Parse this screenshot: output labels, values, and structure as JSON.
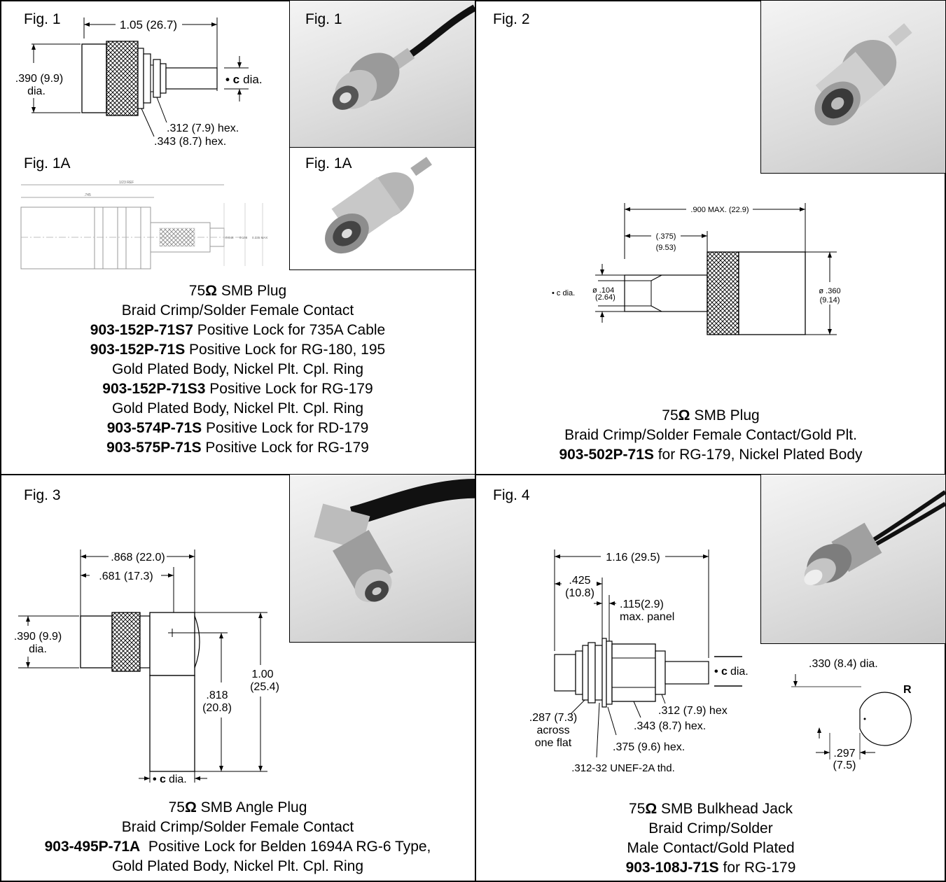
{
  "cells": {
    "fig1": {
      "label": "Fig. 1",
      "dims": {
        "length": "1.05 (26.7)",
        "dia_top": ".390 (9.9)",
        "dia_bot": "dia.",
        "c_dia_bullet": "• c",
        "c_dia_text": "dia.",
        "hex1": ".312 (7.9) hex.",
        "hex2": ".343 (8.7) hex."
      }
    },
    "fig1_photo": {
      "label": "Fig. 1"
    },
    "fig1a": {
      "label": "Fig. 1A",
      "dims": {
        "ref": "1/23 REF",
        "len": ".745",
        "d1": ".0.048",
        "d2": "0.108",
        "d3": "0.335 MAX"
      }
    },
    "fig1a_photo": {
      "label": "Fig. 1A"
    },
    "caption1": {
      "title_prefix": "75",
      "omega": "Ω",
      "title_suffix": " SMB Plug",
      "line2": "Braid Crimp/Solder Female Contact",
      "items": [
        {
          "part": "903-152P-71S7",
          "desc": " Positive Lock for 735A Cable"
        },
        {
          "part": "903-152P-71S",
          "desc": " Positive Lock for RG-180, 195"
        },
        {
          "part": "",
          "desc": "Gold Plated Body, Nickel Plt. Cpl. Ring"
        },
        {
          "part": "903-152P-71S3",
          "desc": " Positive Lock for RG-179"
        },
        {
          "part": "",
          "desc": "Gold Plated Body, Nickel Plt. Cpl. Ring"
        },
        {
          "part": "903-574P-71S",
          "desc": " Positive Lock for RD-179"
        },
        {
          "part": "903-575P-71S",
          "desc": " Positive Lock for RG-179"
        }
      ]
    },
    "fig2": {
      "label": "Fig. 2",
      "dims": {
        "max": ".900 MAX. (22.9)",
        "d375a": "(.375)",
        "d375b": "(9.53)",
        "cdia": "• c dia.",
        "d104a": "ø .104",
        "d104b": "(2.64)",
        "d360a": "ø .360",
        "d360b": "(9.14)"
      }
    },
    "caption2": {
      "title_prefix": "75",
      "omega": "Ω",
      "title_suffix": " SMB Plug",
      "line2": "Braid Crimp/Solder Female Contact/Gold Plt.",
      "items": [
        {
          "part": "903-502P-71S",
          "desc": " for RG-179, Nickel Plated Body"
        }
      ]
    },
    "fig3": {
      "label": "Fig. 3",
      "dims": {
        "d868": ".868 (22.0)",
        "d681": ".681 (17.3)",
        "d390a": ".390 (9.9)",
        "d390b": "dia.",
        "d100a": "1.00",
        "d100b": "(25.4)",
        "d818a": ".818",
        "d818b": "(20.8)",
        "c_bullet": "• c",
        "c_text": "dia."
      }
    },
    "caption3": {
      "title_prefix": "75",
      "omega": "Ω",
      "title_suffix": " SMB Angle Plug",
      "line2": "Braid Crimp/Solder Female Contact",
      "items": [
        {
          "part": "903-495P-71A",
          "desc": "  Positive Lock for Belden 1694A RG-6 Type,"
        },
        {
          "part": "",
          "desc": "Gold Plated Body, Nickel Plt. Cpl. Ring"
        }
      ]
    },
    "fig4": {
      "label": "Fig. 4",
      "dims": {
        "d116": "1.16 (29.5)",
        "d425a": ".425",
        "d425b": "(10.8)",
        "d115a": ".115(2.9)",
        "d115b": "max. panel",
        "c_bullet": "• c",
        "c_text": "dia.",
        "d312": ".312 (7.9) hex",
        "d343": ".343 (8.7) hex.",
        "d375": ".375 (9.6) hex.",
        "d287a": ".287 (7.3)",
        "d287b": "across",
        "d287c": "one flat",
        "thd": ".312-32 UNEF-2A thd.",
        "d330": ".330 (8.4) dia.",
        "r": "R",
        "d297a": ".297",
        "d297b": "(7.5)"
      }
    },
    "caption4": {
      "title_prefix": "75",
      "omega": "Ω",
      "title_suffix": " SMB Bulkhead Jack",
      "line2": "Braid Crimp/Solder",
      "line3": "Male Contact/Gold Plated",
      "items": [
        {
          "part": "903-108J-71S",
          "desc": " for RG-179"
        }
      ]
    }
  }
}
